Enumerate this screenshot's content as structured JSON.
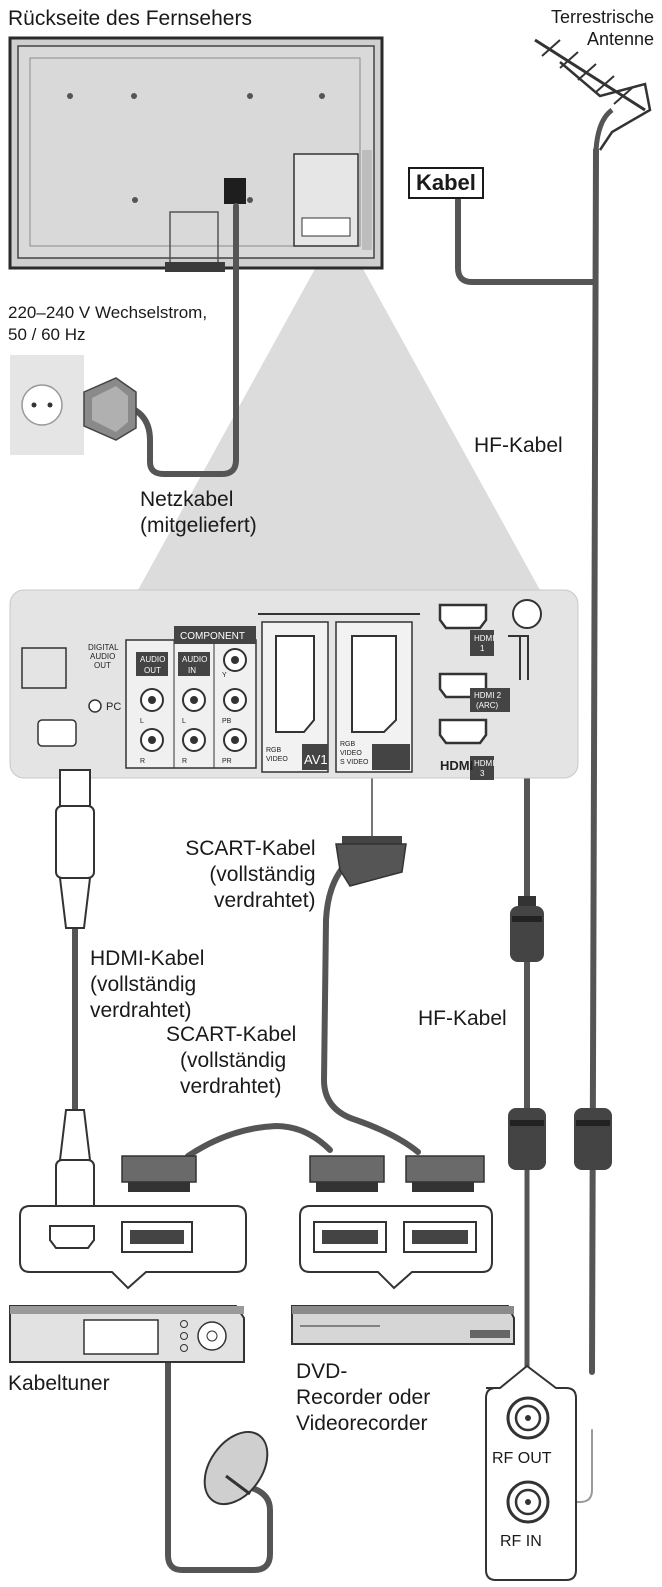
{
  "labels": {
    "tv_back": "Rückseite des Fernsehers",
    "antenna": [
      "Terrestrische",
      "Antenne"
    ],
    "cable": "Kabel",
    "power": [
      "220–240 V Wechselstrom,",
      "50 / 60 Hz"
    ],
    "hf_cable_top": "HF-Kabel",
    "mains_cable": [
      "Netzkabel",
      "(mitgeliefert)"
    ],
    "scart_cable_1": [
      "SCART-Kabel",
      "(vollständig",
      "verdrahtet)"
    ],
    "hdmi_cable": [
      "HDMI-Kabel",
      "(vollständig",
      "verdrahtet)"
    ],
    "hf_cable_mid": "HF-Kabel",
    "scart_cable_2": [
      "SCART-Kabel",
      "(vollständig",
      "verdrahtet)"
    ],
    "cable_tuner": "Kabeltuner",
    "recorder": [
      "DVD-",
      "Recorder oder",
      "Videorecorder"
    ],
    "rf_out": "RF OUT",
    "rf_in": "RF IN"
  },
  "panel": {
    "component": "COMPONENT",
    "audio_out": [
      "AUDIO",
      "OUT"
    ],
    "audio_in": [
      "AUDIO",
      "IN"
    ],
    "digital_audio_out": [
      "DIGITAL",
      "AUDIO",
      "OUT"
    ],
    "pc": "PC",
    "av1": "AV1",
    "av1_sub": [
      "RGB",
      "VIDEO"
    ],
    "av2_sub": [
      "RGB",
      "VIDEO",
      "S VIDEO"
    ],
    "hdmi1": [
      "HDMI",
      "1"
    ],
    "hdmi2": [
      "HDMI 2",
      "(ARC)"
    ],
    "hdmi3": [
      "HDMI",
      "3"
    ],
    "hdmi_logo": "HDMI",
    "ch_l": "L",
    "ch_r": "R",
    "ch_y": "Y",
    "ch_pb": "PB",
    "ch_pr": "PR"
  },
  "colors": {
    "cable": "#555555",
    "panel_bg": "#e4e4e4",
    "tv_body": "#d2d2d2",
    "beam": "#dcdcdc",
    "outline": "#2a2a2a"
  }
}
